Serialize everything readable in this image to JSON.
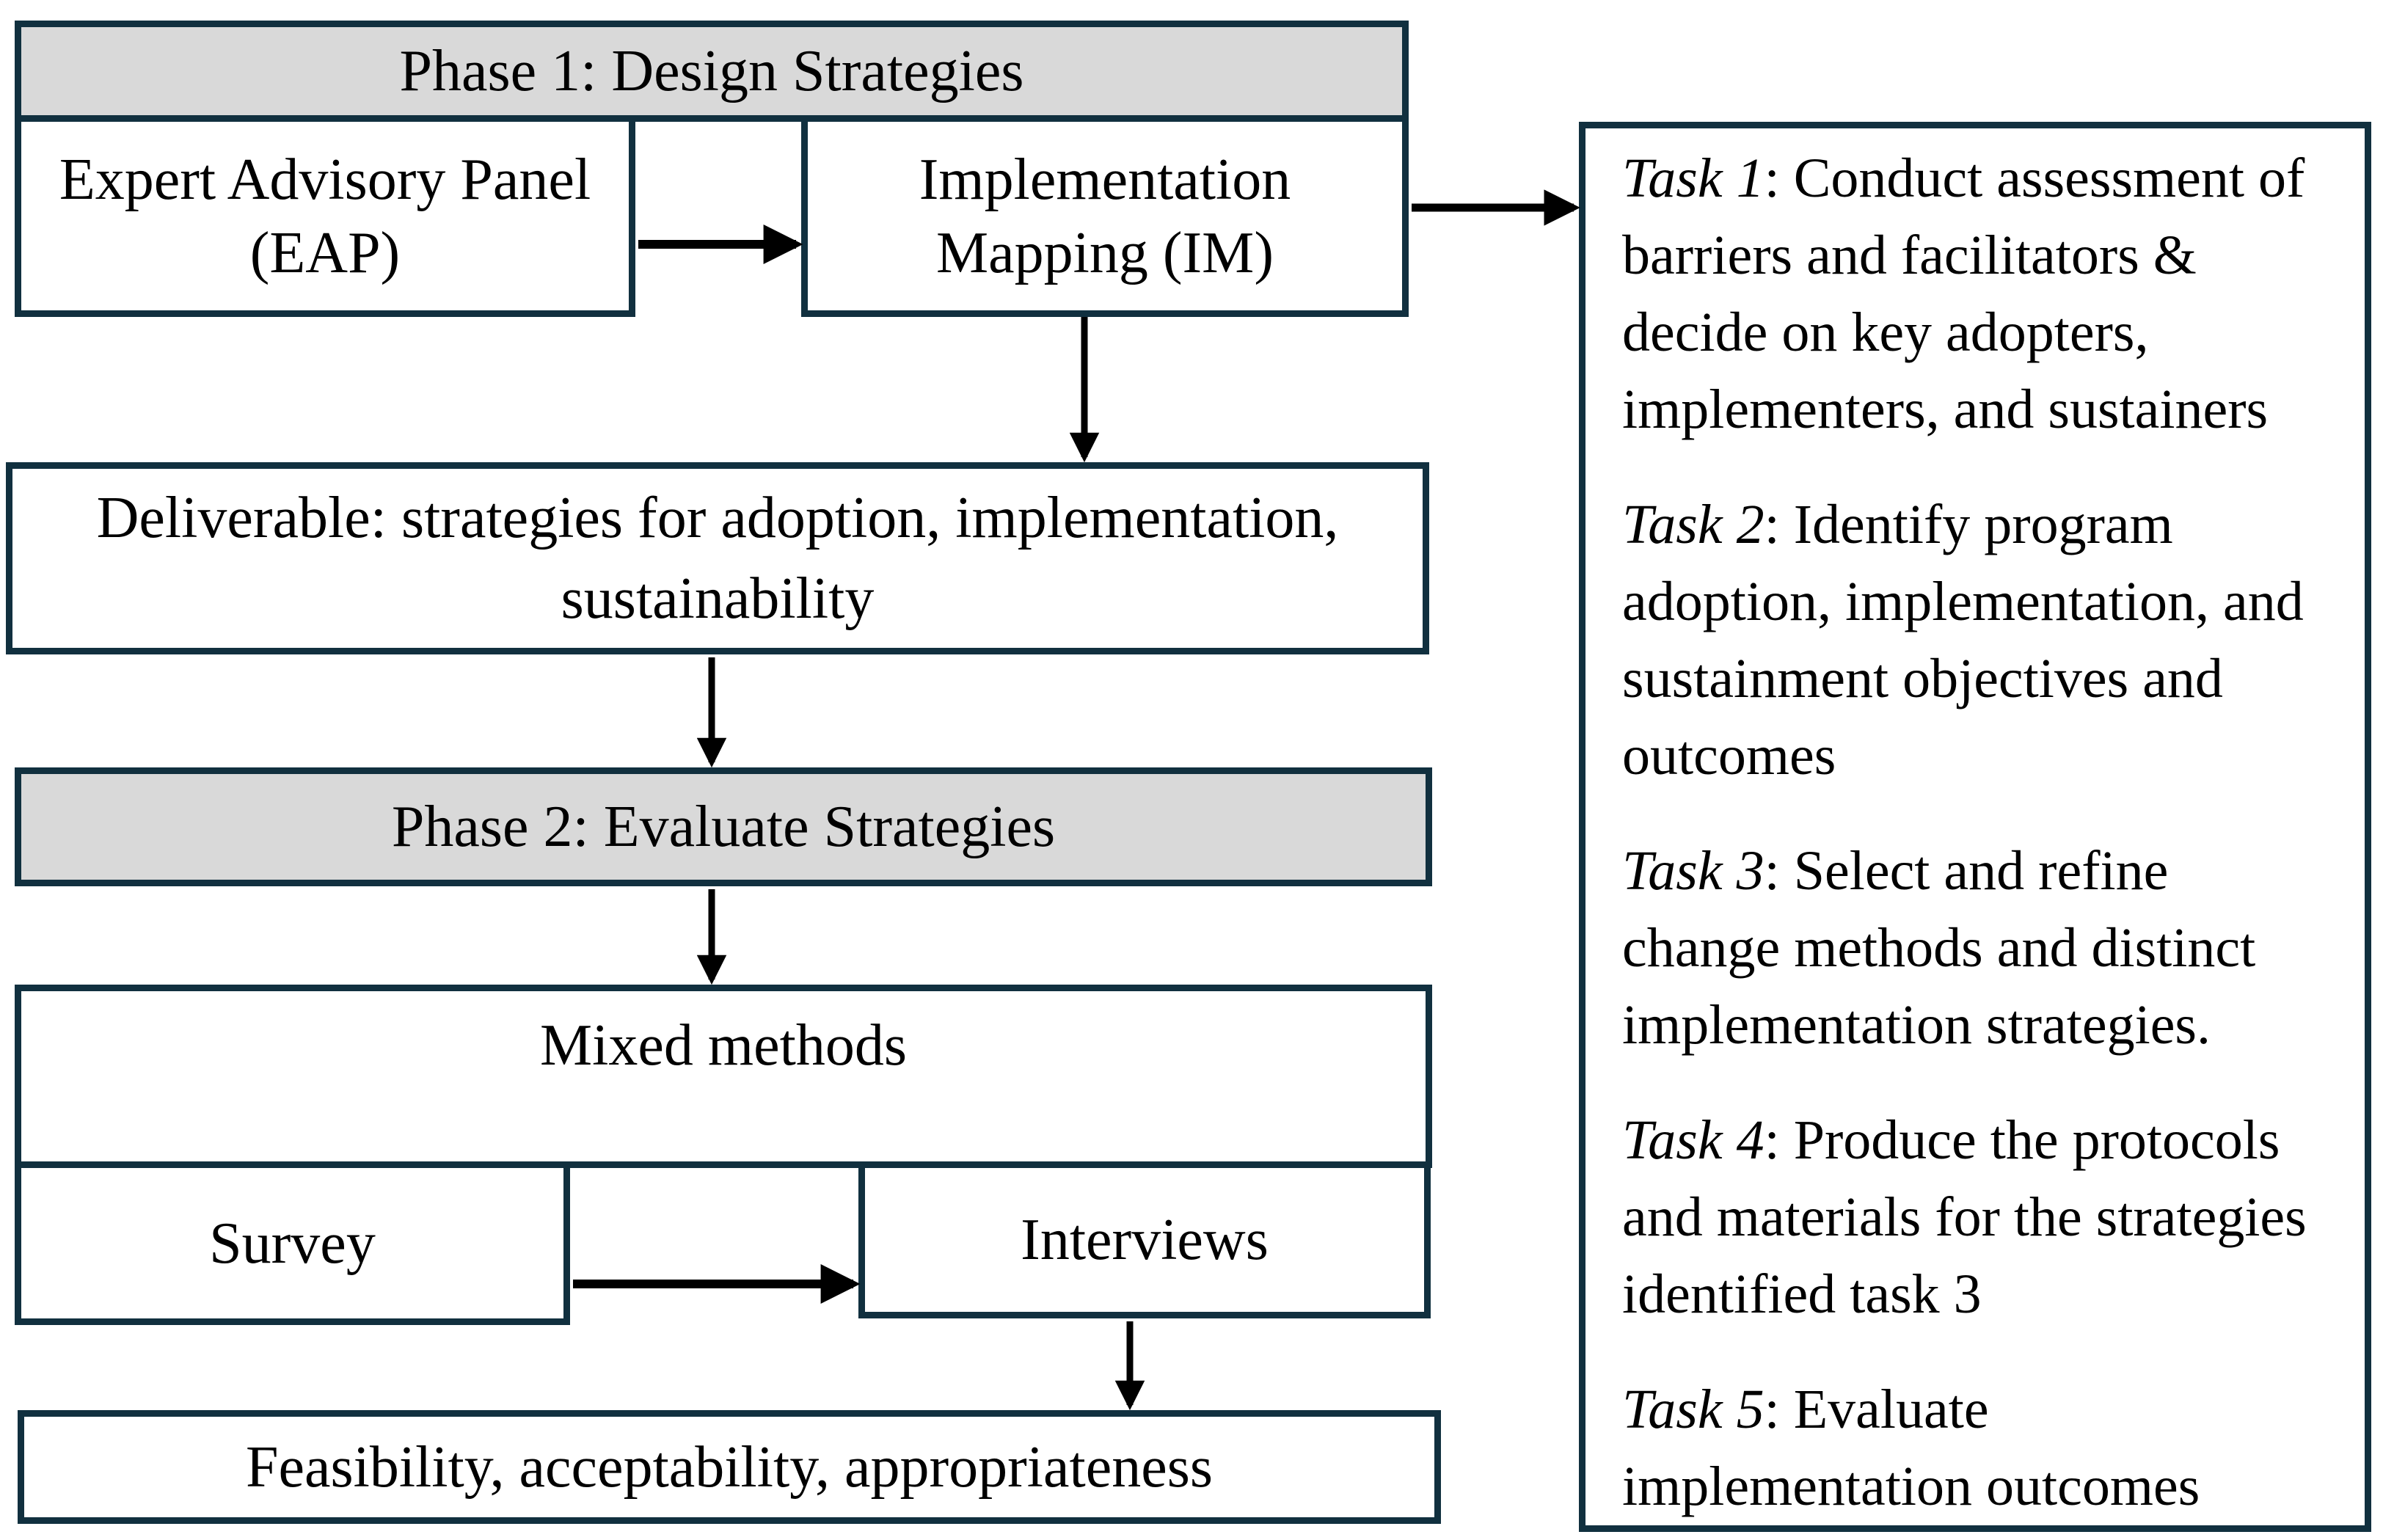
{
  "diagram": {
    "phase1": {
      "header": "Phase 1: Design Strategies"
    },
    "eap": {
      "line1": "Expert Advisory Panel",
      "line2": "(EAP)"
    },
    "im": {
      "line1": "Implementation",
      "line2": "Mapping (IM)"
    },
    "deliverable": {
      "line1": "Deliverable: strategies for adoption, implementation,",
      "line2": "sustainability"
    },
    "phase2": {
      "header": "Phase 2: Evaluate Strategies"
    },
    "mixed": {
      "label": "Mixed methods"
    },
    "survey": {
      "label": "Survey"
    },
    "interviews": {
      "label": "Interviews"
    },
    "feasibility": {
      "label": "Feasibility, acceptability, appropriateness"
    }
  },
  "tasks": {
    "items": [
      {
        "label": "Task 1",
        "first_line_rest": ": Conduct assessment of",
        "lines": [
          "barriers and facilitators &",
          "decide on key adopters,",
          "implementers, and sustainers"
        ]
      },
      {
        "label": "Task 2",
        "first_line_rest": ": Identify program",
        "lines": [
          "adoption, implementation, and",
          "sustainment objectives and",
          "outcomes"
        ]
      },
      {
        "label": "Task 3",
        "first_line_rest": ": Select and refine",
        "lines": [
          "change methods and distinct",
          "implementation strategies."
        ]
      },
      {
        "label": "Task 4",
        "first_line_rest": ": Produce the protocols",
        "lines": [
          "and materials for the strategies",
          "identified task 3"
        ]
      },
      {
        "label": "Task 5",
        "first_line_rest": ": Evaluate",
        "lines": [
          "implementation outcomes"
        ]
      }
    ]
  },
  "colors": {
    "border": "#11303f",
    "header_fill": "#d9d9d9",
    "arrow": "#000000",
    "text": "#000000",
    "background": "#ffffff"
  }
}
